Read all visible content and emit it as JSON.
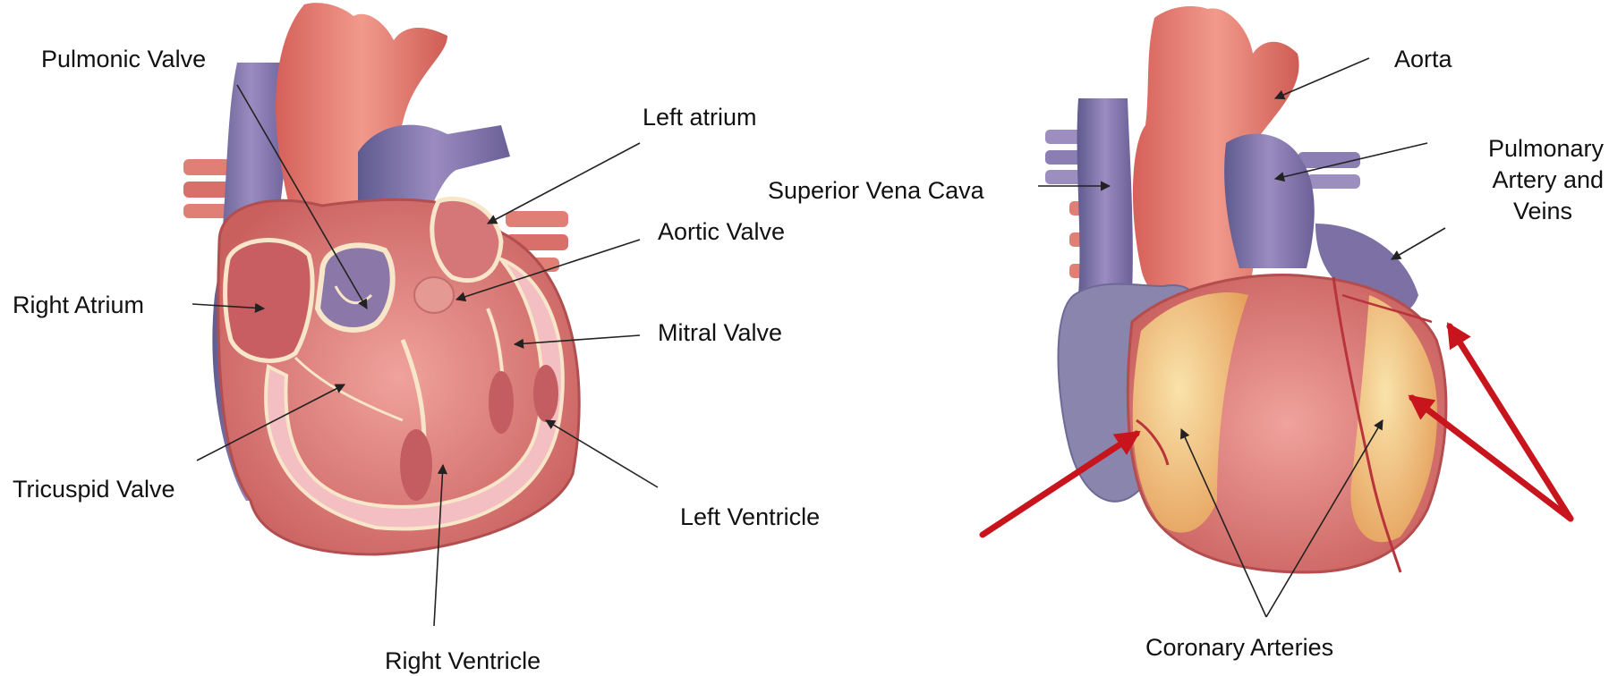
{
  "left_diagram": {
    "labels": {
      "pulmonic_valve": "Pulmonic Valve",
      "left_atrium": "Left atrium",
      "aortic_valve": "Aortic Valve",
      "right_atrium": "Right Atrium",
      "mitral_valve": "Mitral Valve",
      "tricuspid_valve": "Tricuspid Valve",
      "left_ventricle": "Left Ventricle",
      "right_ventricle": "Right Ventricle"
    }
  },
  "right_diagram": {
    "labels": {
      "aorta": "Aorta",
      "superior_vena_cava": "Superior Vena Cava",
      "pulmonary_line1": "Pulmonary",
      "pulmonary_line2": "Artery and",
      "pulmonary_line3": "Veins",
      "coronary_arteries": "Coronary Arteries"
    }
  },
  "colors": {
    "callout_arrow": "#c8141c",
    "leader_line": "#222222",
    "muscle": "#d9787a",
    "vessel_red": "#e77a6e",
    "vessel_blue": "#7d6fa6",
    "fat": "#f5d98a"
  }
}
